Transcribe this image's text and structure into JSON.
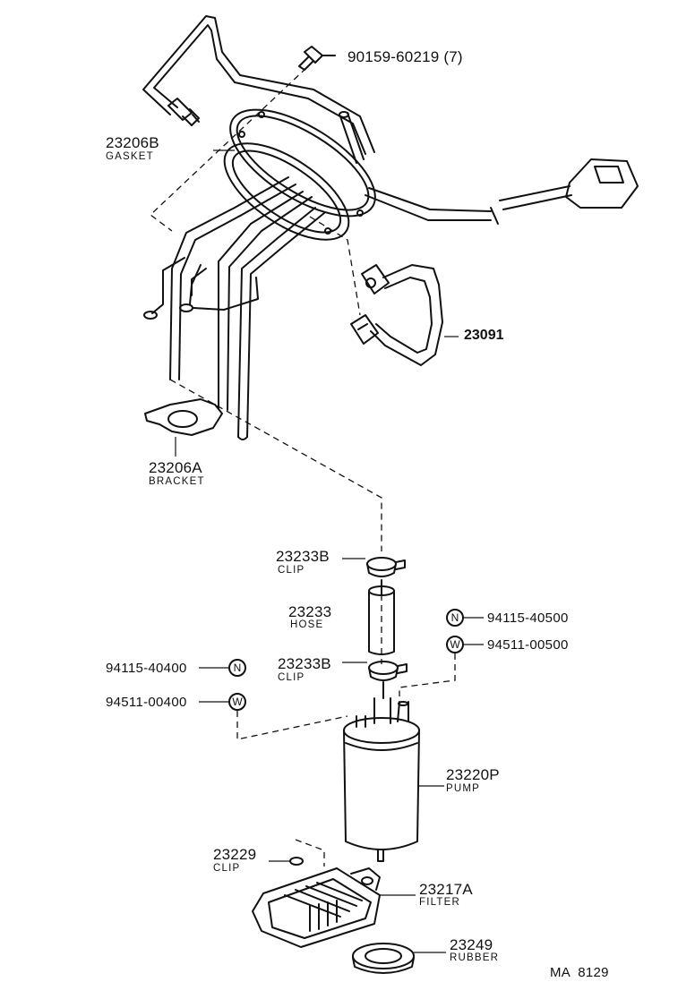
{
  "diagram_id": "MA  8129",
  "parts": {
    "screw": {
      "number": "90159-60219 (7)"
    },
    "gasket": {
      "number": "23206B",
      "name": "GASKET"
    },
    "pipe": {
      "number": "23091"
    },
    "bracket": {
      "number": "23206A",
      "name": "BRACKET"
    },
    "clip_upper": {
      "number": "23233B",
      "name": "CLIP"
    },
    "hose": {
      "number": "23233",
      "name": "HOSE"
    },
    "clip_lower": {
      "number": "23233B",
      "name": "CLIP"
    },
    "nut_left": {
      "number": "94115-40400",
      "symbol": "N"
    },
    "washer_left": {
      "number": "94511-00400",
      "symbol": "W"
    },
    "nut_right": {
      "number": "94115-40500",
      "symbol": "N"
    },
    "washer_right": {
      "number": "94511-00500",
      "symbol": "W"
    },
    "pump": {
      "number": "23220P",
      "name": "PUMP"
    },
    "clip_small": {
      "number": "23229",
      "name": "CLIP"
    },
    "filter": {
      "number": "23217A",
      "name": "FILTER"
    },
    "rubber": {
      "number": "23249",
      "name": "RUBBER"
    }
  }
}
